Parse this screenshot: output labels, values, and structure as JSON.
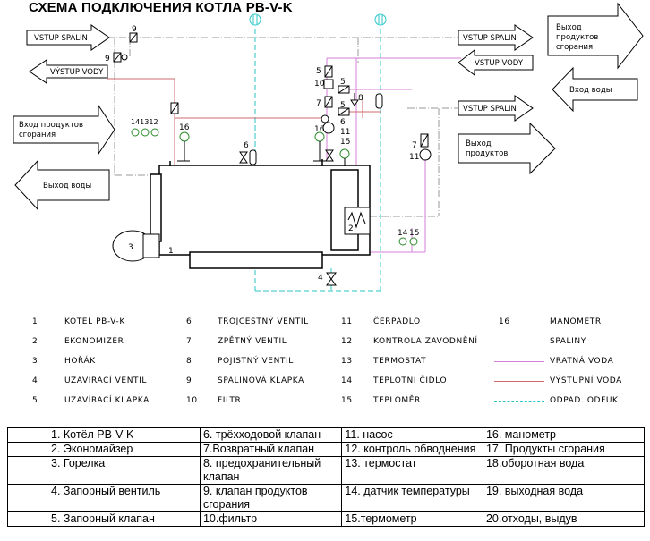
{
  "title": "СХЕМА ПОДКЛЮЧЕНИЯ КОТЛА PB-V-K",
  "arrows": {
    "vstup_spalin_left": "VSTUP SPALIN",
    "vystup_vody_left": "VÝSTUP VODY",
    "vstup_spalin_right": "VSTUP SPALIN",
    "vstup_vody_right": "VSTUP VODY",
    "vstup_spalin_right2": "VSTUP SPALIN",
    "vhod_produktov": [
      "Вход продуктов",
      "сгорания"
    ],
    "vyhod_vody_left": "Выход воды",
    "vyhod_produktov_top": [
      "Выход",
      "продуктов",
      "сгорания"
    ],
    "vhod_vody_right": "Вход воды",
    "vyhod_produktov_right": [
      "Выход",
      "продуктов"
    ]
  },
  "component_numbers": {
    "n9a": "9",
    "n9b": "9",
    "n5a": "5",
    "n10": "10",
    "n5b": "5",
    "n7a": "7",
    "n8": "8",
    "n5c": "5",
    "n6a": "6",
    "n11": "11",
    "n16b": "16",
    "n15a": "15",
    "n7b": "7",
    "n11b": "11",
    "n14_13_12": "141312",
    "n16a": "16",
    "n6b": "6",
    "n2": "2",
    "n3": "3",
    "n1": "1",
    "n4": "4",
    "n14b": "14",
    "n15b": "15"
  },
  "legend": [
    {
      "num": "1",
      "label": "KOTEL PB-V-K"
    },
    {
      "num": "2",
      "label": "EKONOMIZÉR"
    },
    {
      "num": "3",
      "label": "HOŘÁK"
    },
    {
      "num": "4",
      "label": "UZAVÍRACÍ VENTIL"
    },
    {
      "num": "5",
      "label": "UZAVÍRACÍ KLAPKA"
    },
    {
      "num": "6",
      "label": "TROJCESTNÝ VENTIL"
    },
    {
      "num": "7",
      "label": "ZPĚTNÝ VENTIL"
    },
    {
      "num": "8",
      "label": "POJISTNÝ VENTIL"
    },
    {
      "num": "9",
      "label": "SPALINOVÁ KLAPKA"
    },
    {
      "num": "10",
      "label": "FILTR"
    },
    {
      "num": "11",
      "label": "ČERPADLO"
    },
    {
      "num": "12",
      "label": "KONTROLA ZAVODNĚNÍ"
    },
    {
      "num": "13",
      "label": "TERMOSTAT"
    },
    {
      "num": "14",
      "label": "TEPLOTNÍ ČIDLO"
    },
    {
      "num": "15",
      "label": "TEPLOMĚR"
    },
    {
      "num": "16",
      "label": "MANOMETR"
    },
    {
      "num": "",
      "label": "SPALINY"
    },
    {
      "num": "",
      "label": "VRATNÁ VODA"
    },
    {
      "num": "",
      "label": "VÝSTUPNÍ VODA"
    },
    {
      "num": "",
      "label": "ODPAD. ODFUK"
    }
  ],
  "line_colors": {
    "spaliny": "#9a9a9a",
    "vratna_voda": "#d77fd7",
    "vystupni_voda": "#cf6b6b",
    "odpad": "#29c6c6"
  },
  "translation_table": [
    [
      "1.   Котёл PB-V-K",
      "6. трёхходовой клапан",
      "11. насос",
      "16. манометр"
    ],
    [
      "2.   Экономайзер",
      "7.Возвратный клапан",
      "12. контроль обводнения",
      "17. Продукты сгорания"
    ],
    [
      "3.   Горелка",
      "8. предохранительный клапан",
      "13. термостат",
      "18.оборотная вода"
    ],
    [
      "4.   Запорный вентиль",
      "9. клапан продуктов сгорания",
      "14. датчик температуры",
      "19. выходная вода"
    ],
    [
      "5.   Запорный клапан",
      "10.фильтр",
      "15.термометр",
      "20.отходы, выдув"
    ]
  ]
}
